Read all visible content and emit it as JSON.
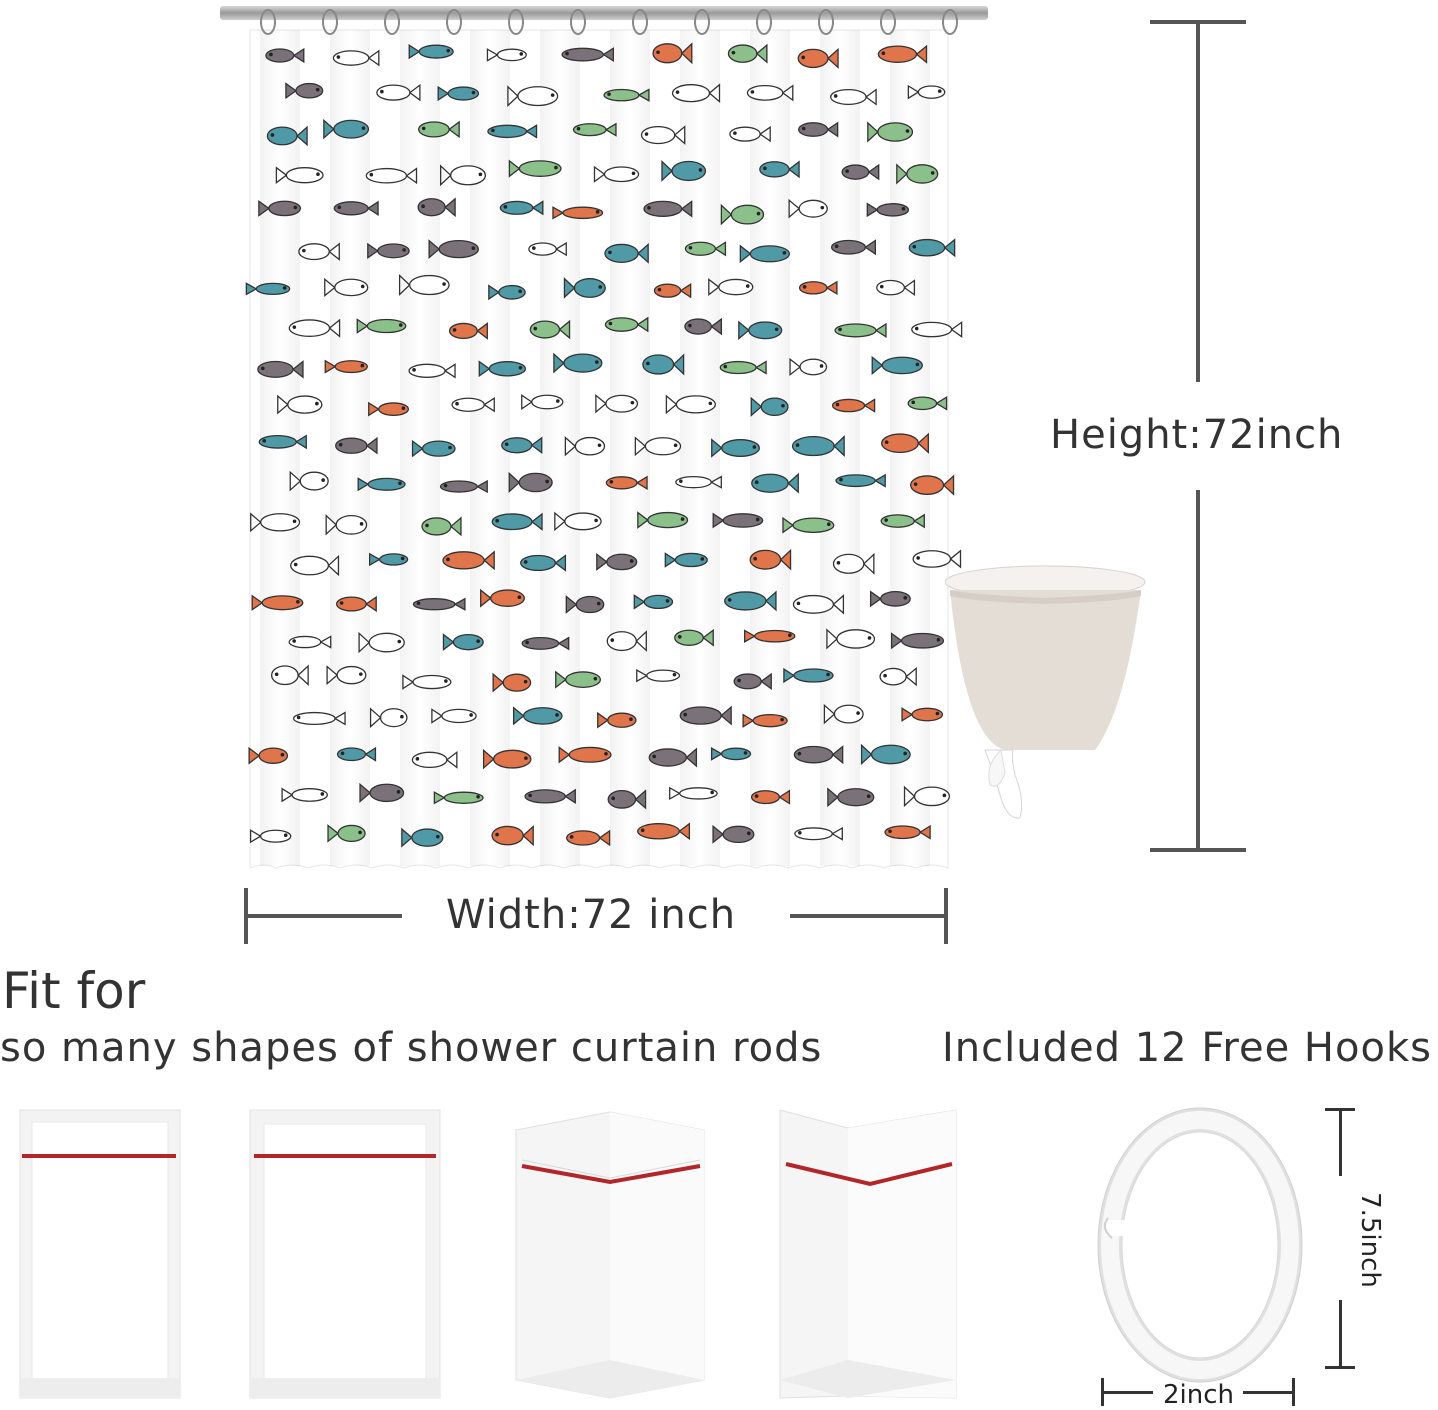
{
  "dimensions": {
    "height_label": "Height:72inch",
    "width_label": "Width:72 inch"
  },
  "fit_section": {
    "title": "Fit for",
    "subtitle": "so many shapes of shower curtain rods",
    "rod_shapes": [
      "straight-rod",
      "straight-rod",
      "corner-rod",
      "corner-rod"
    ]
  },
  "hooks_section": {
    "title": "Included 12 Free Hooks",
    "hook_height": "7.5inch",
    "hook_width": "2inch"
  },
  "colors": {
    "fish_teal": "#4f9aa6",
    "fish_orange": "#e0744a",
    "fish_green": "#8cc08a",
    "fish_gray": "#7a7278",
    "rod_red": "#b2262a",
    "dimension_line": "#555555"
  }
}
